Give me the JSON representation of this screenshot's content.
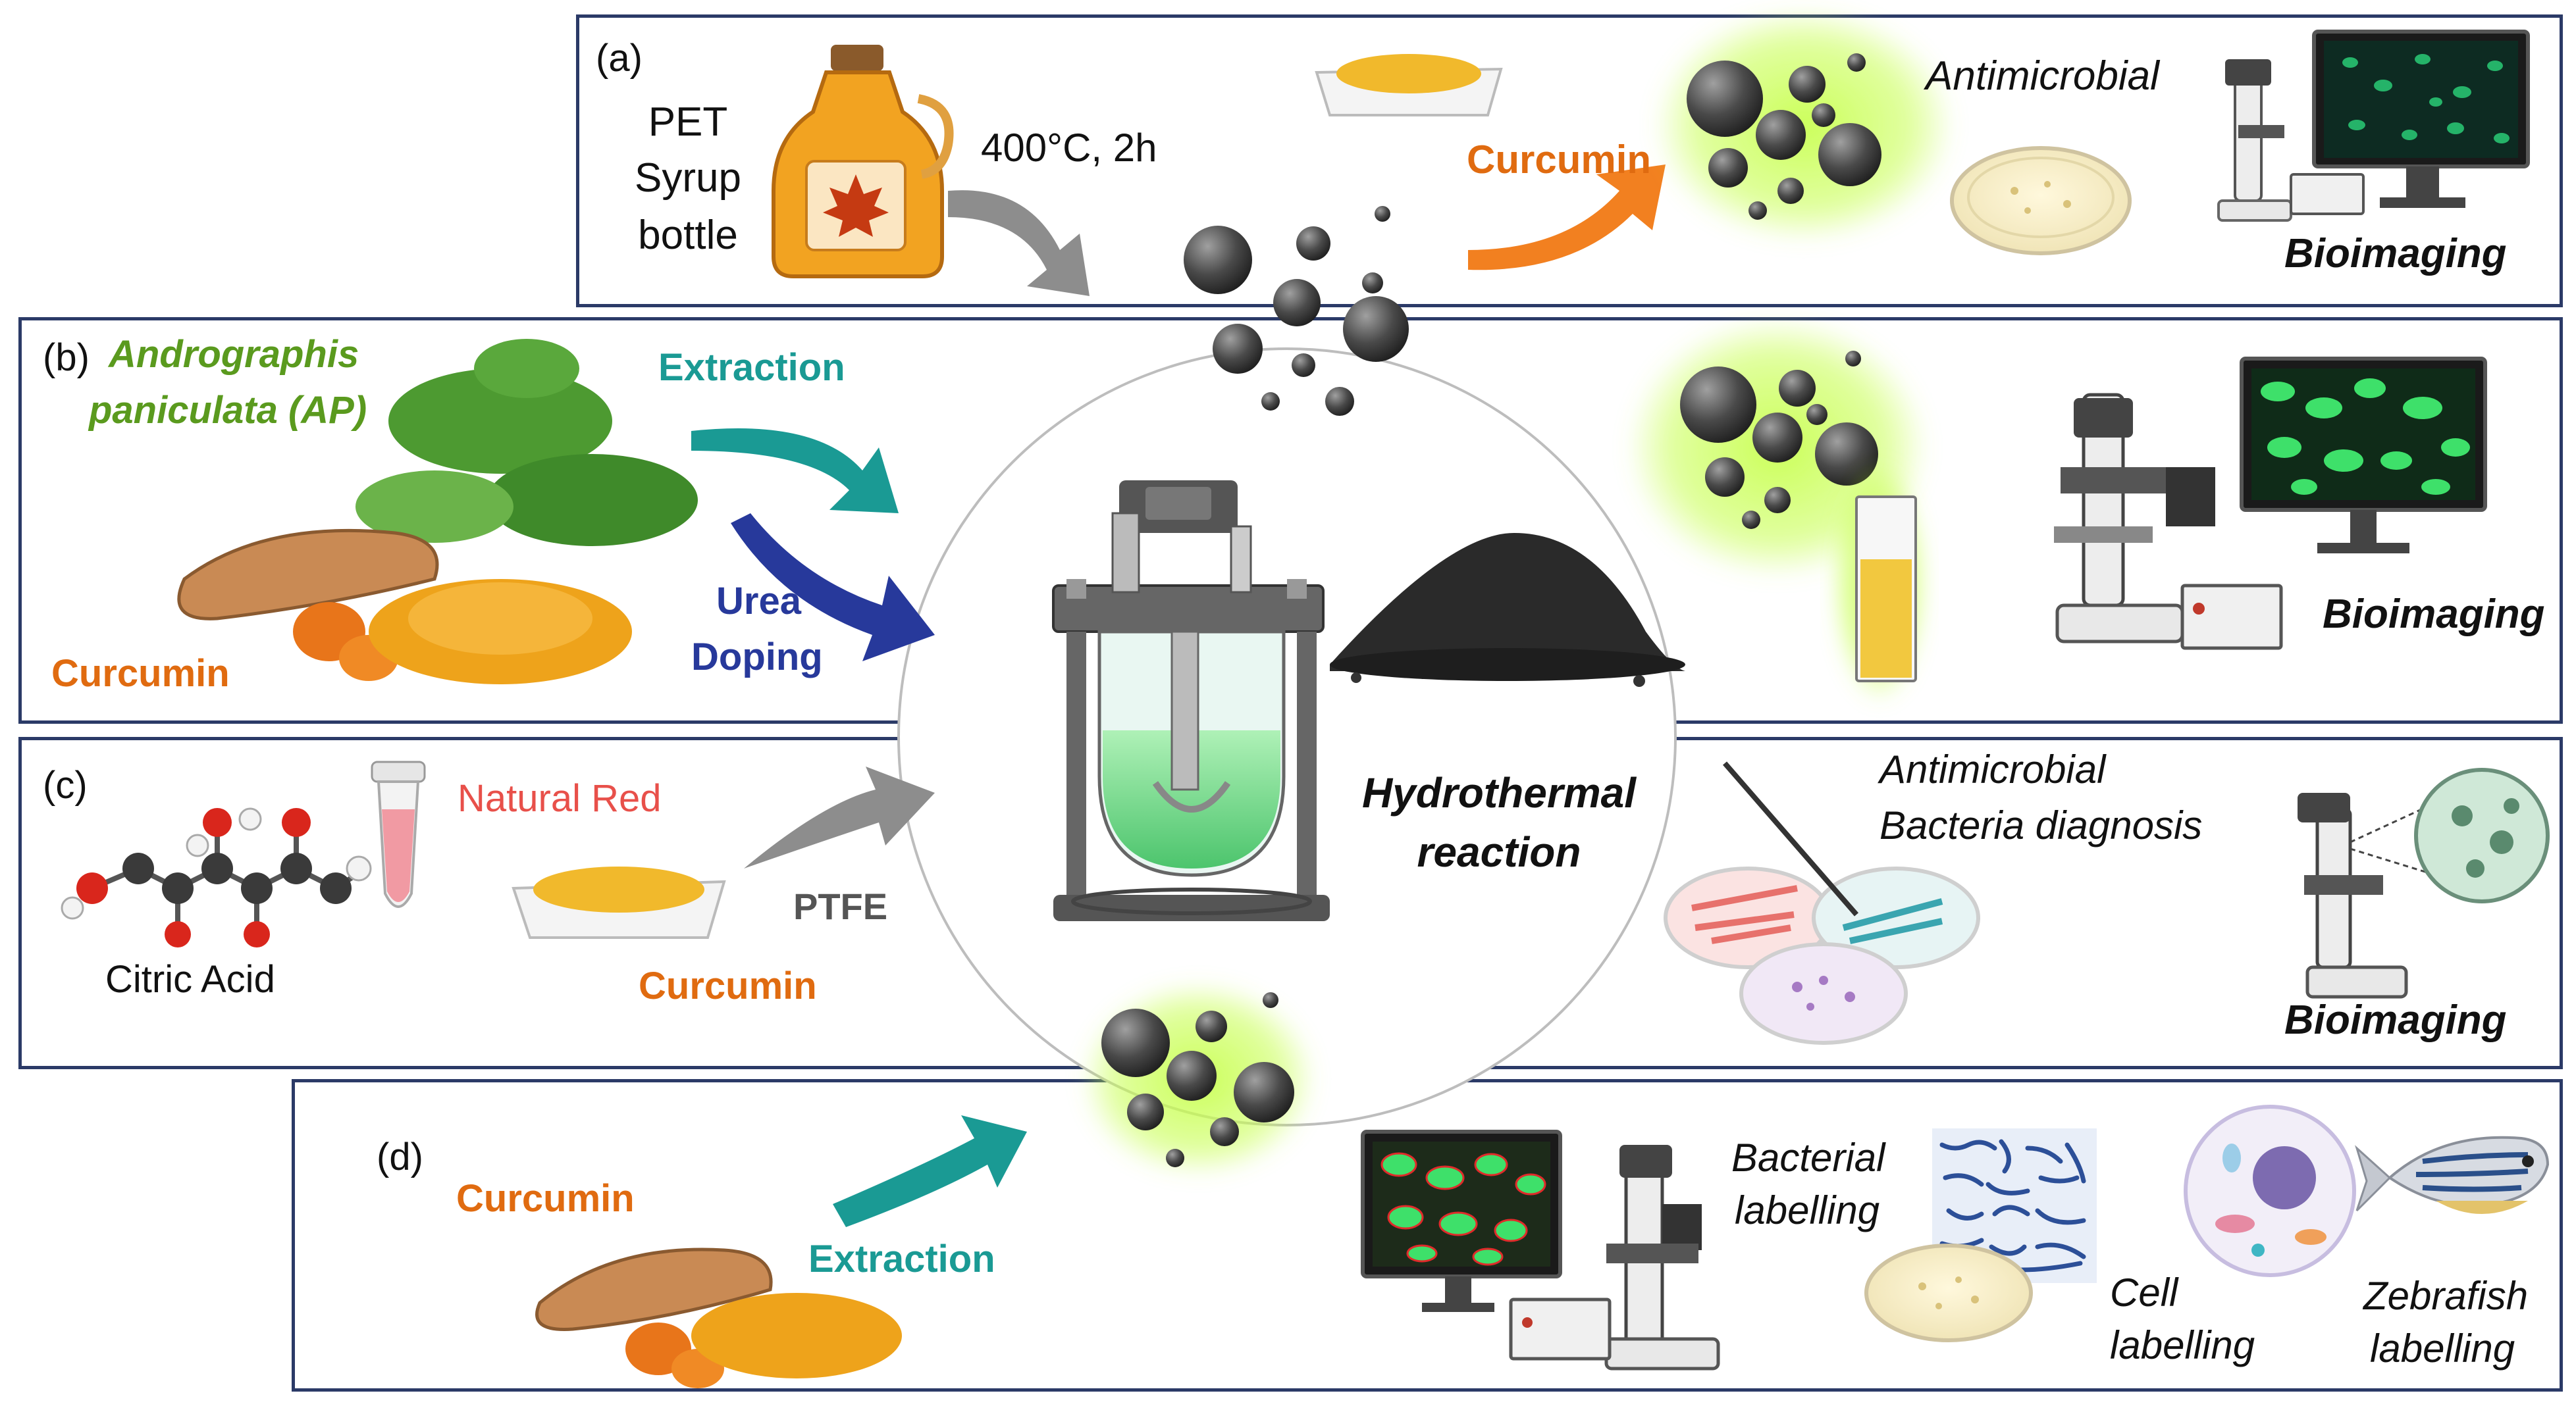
{
  "panel_a": {
    "tag": "(a)",
    "pet_line1": "PET",
    "pet_line2": "Syrup",
    "pet_line3": "bottle",
    "temp": "400°C, 2h",
    "curcumin": "Curcumin",
    "antimicrobial": "Antimicrobial",
    "bioimaging": "Bioimaging"
  },
  "panel_b": {
    "tag": "(b)",
    "plant_line1": "Andrographis",
    "plant_line2": "paniculata (AP)",
    "extraction": "Extraction",
    "urea": "Urea",
    "doping": "Doping",
    "curcumin": "Curcumin",
    "bioimaging": "Bioimaging"
  },
  "panel_c": {
    "tag": "(c)",
    "natural_red": "Natural Red",
    "citric": "Citric Acid",
    "ptfe": "PTFE",
    "curcumin": "Curcumin",
    "antimicrobial": "Antimicrobial",
    "diagnosis": "Bacteria diagnosis",
    "bioimaging": "Bioimaging"
  },
  "panel_d": {
    "tag": "(d)",
    "curcumin": "Curcumin",
    "extraction": "Extraction",
    "bact_line1": "Bacterial",
    "bact_line2": "labelling",
    "cell_line1": "Cell",
    "cell_line2": "labelling",
    "zebra_line1": "Zebrafish",
    "zebra_line2": "labelling"
  },
  "center": {
    "line1": "Hydrothermal",
    "line2": "reaction"
  },
  "colors": {
    "border": "#2b3a67",
    "curcumin_orange": "#e06b10",
    "teal": "#1a9a94",
    "navy": "#27399b",
    "plant_green": "#5a9a1e",
    "natural_red": "#e8504a",
    "glow": "#b7f542"
  }
}
